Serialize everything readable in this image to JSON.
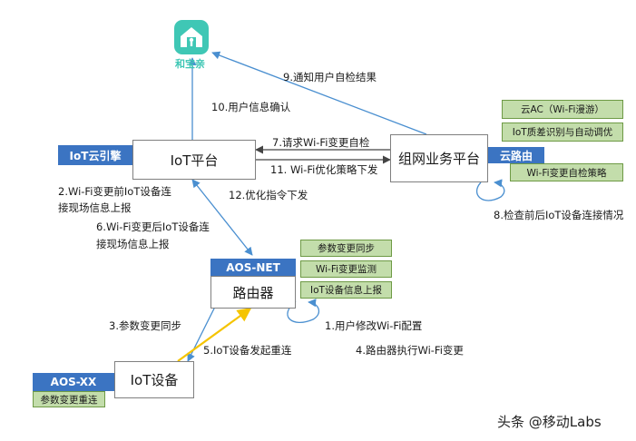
{
  "app": {
    "name": "和宝亲",
    "logo_color": "#3fc7b5"
  },
  "colors": {
    "tag_blue": "#3b74c2",
    "green_fill": "#c3ddab",
    "line_blue": "#4a8fd0",
    "reconnect_arrow": "#f5c400"
  },
  "nodes": {
    "iot_platform": {
      "label": "IoT平台",
      "tag": "IoT云引擎"
    },
    "network_platform": {
      "label": "组网业务平台",
      "tag": "云路由"
    },
    "router": {
      "label": "路由器",
      "tag": "AOS-NET"
    },
    "iot_device": {
      "label": "IoT设备",
      "tag": "AOS-XX"
    }
  },
  "features": {
    "cloud": [
      "云AC（Wi-Fi漫游）",
      "IoT质差识别与自动调优",
      "Wi-Fi变更自检策略"
    ],
    "router": [
      "参数变更同步",
      "Wi-Fi变更监测",
      "IoT设备信息上报"
    ],
    "device": [
      "参数变更重连"
    ]
  },
  "steps": {
    "s1": "1.用户修改Wi-Fi配置",
    "s2a": "2.Wi-Fi变更前IoT设备连",
    "s2b": "接现场信息上报",
    "s3": "3.参数变更同步",
    "s4": "4.路由器执行Wi-Fi变更",
    "s5": "5.IoT设备发起重连",
    "s6a": "6.Wi-Fi变更后IoT设备连",
    "s6b": "接现场信息上报",
    "s7": "7.请求Wi-Fi变更自检",
    "s8": "8.检查前后IoT设备连接情况",
    "s9": "9.通知用户自检结果",
    "s10": "10.用户信息确认",
    "s11": "11. Wi-Fi优化策略下发",
    "s12": "12.优化指令下发"
  },
  "watermark": "头条 @移动Labs"
}
